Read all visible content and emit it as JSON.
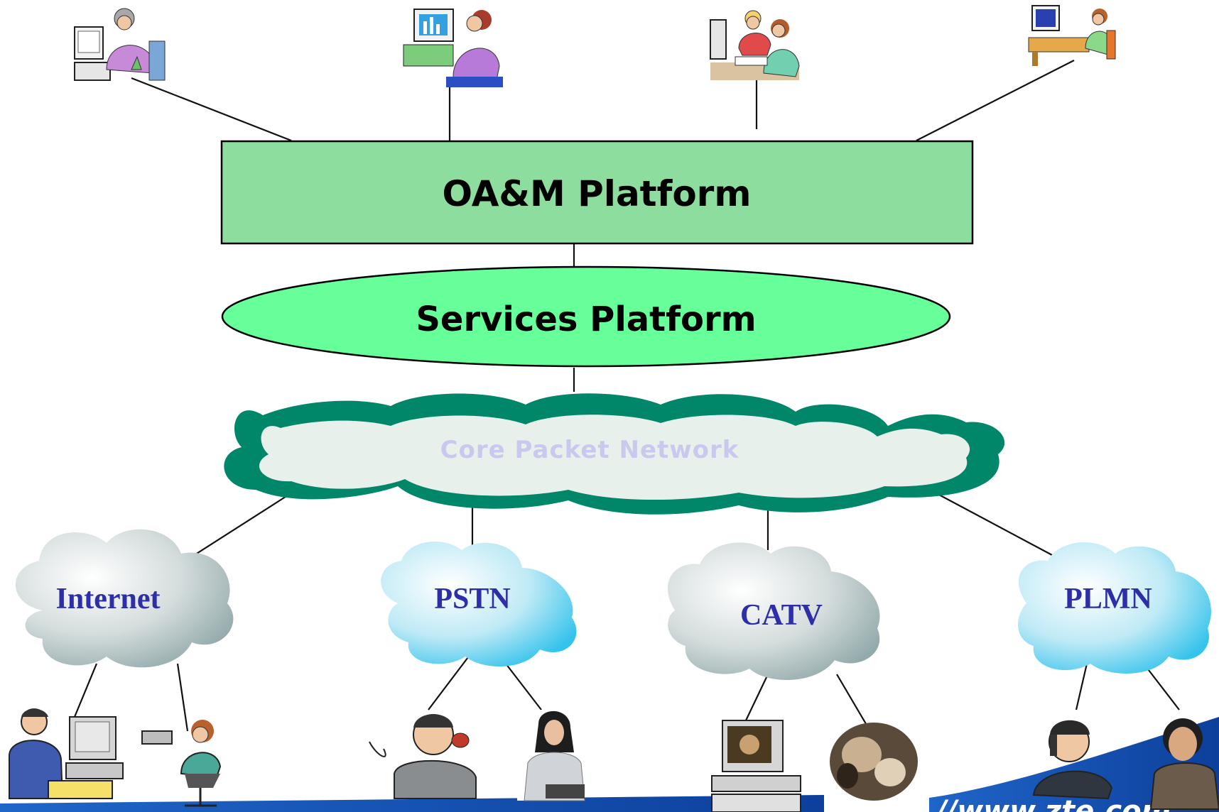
{
  "diagram": {
    "oam_platform": "OA&M Platform",
    "services_platform": "Services Platform",
    "core_network": "Core Packet Network",
    "access_networks": [
      "Internet",
      "PSTN",
      "CATV",
      "PLMN"
    ],
    "footer_url": "//www.zte.com",
    "colors": {
      "oam_fill": "#8ddd9e",
      "services_fill": "#66ff99",
      "core_border": "#00876a",
      "core_fill": "#e8f0ec",
      "network_label": "#2e2ea8",
      "banner": "#1650b0"
    },
    "icons": {
      "operators": [
        "operator-computer-icon",
        "operator-computer-icon",
        "operator-computer-icon",
        "operator-computer-icon"
      ],
      "endpoints": [
        "desktop-user-icon",
        "laptop-user-icon",
        "phone-user-icon",
        "phone-user-icon",
        "tv-computer-icon",
        "video-icon",
        "mobile-user-icon",
        "mobile-user-icon"
      ]
    }
  }
}
